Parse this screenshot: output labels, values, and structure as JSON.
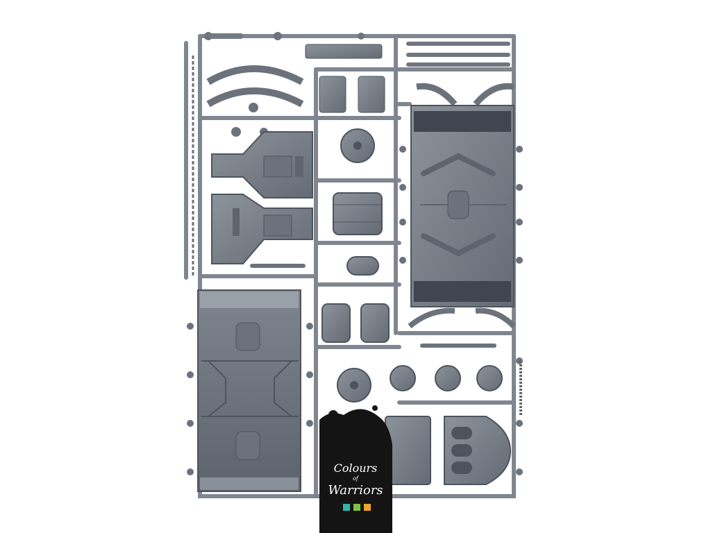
{
  "image": {
    "subject": "plastic-miniature-sprue",
    "background_color": "#ffffff",
    "plastic_color": "#7c838d",
    "plastic_shadow_color": "#4d545e",
    "plastic_highlight_color": "#a7adb5"
  },
  "watermark": {
    "line1": "Colours",
    "line2": "of",
    "line3": "Warriors",
    "panel_color": "#141414",
    "squares": [
      "#2fb7a5",
      "#7fc241",
      "#f0a32a"
    ]
  }
}
